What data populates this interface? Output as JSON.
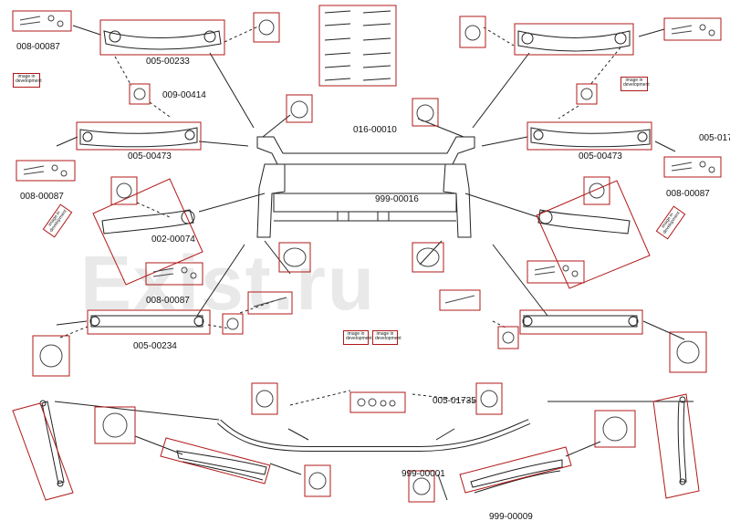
{
  "watermark": "Exist.ru",
  "colors": {
    "frame": "#b01818",
    "line": "#222222",
    "watermark": "#e9e9e9"
  },
  "labels": {
    "p008_00087_a": "008-00087",
    "p005_00233": "005-00233",
    "p009_00414": "009-00414",
    "p016_00010": "016-00010",
    "p005_00473_l": "005-00473",
    "p005_00473_r": "005-00473",
    "p005_017": "005-017",
    "p008_00087_b": "008-00087",
    "p008_00087_c": "008-00087",
    "p999_00016": "999-00016",
    "p002_00074": "002-00074",
    "p008_00087_d": "008-00087",
    "p005_00234": "005-00234",
    "p005_01735": "005-01735",
    "p999_00001": "999-00001",
    "p999_00009": "999-00009"
  },
  "placeholder_tags": {
    "tag1": "image in development",
    "tag2": "image in development",
    "tag3": "image in development",
    "tag4": "image in development",
    "tag5": "image in development",
    "tag6": "image in development"
  }
}
